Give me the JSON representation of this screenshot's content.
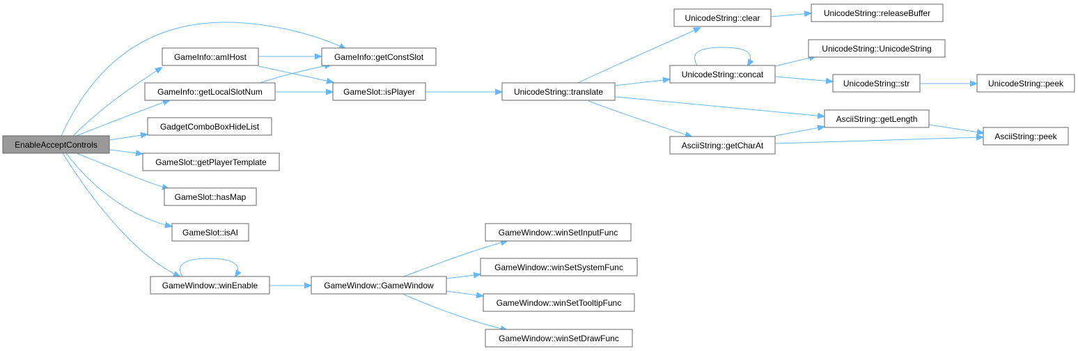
{
  "graph": {
    "nodes": {
      "n_enable": "EnableAcceptControls",
      "n_amihost": "GameInfo::amIHost",
      "n_getconstslot": "GameInfo::getConstSlot",
      "n_getlocalslotnum": "GameInfo::getLocalSlotNum",
      "n_isplayer": "GameSlot::isPlayer",
      "n_gadgetcombo": "GadgetComboBoxHideList",
      "n_getplayertemplate": "GameSlot::getPlayerTemplate",
      "n_hasmap": "GameSlot::hasMap",
      "n_isai": "GameSlot::isAI",
      "n_winenable": "GameWindow::winEnable",
      "n_gamewindow": "GameWindow::GameWindow",
      "n_winsetinputfunc": "GameWindow::winSetInputFunc",
      "n_winsetsystemfunc": "GameWindow::winSetSystemFunc",
      "n_winsettooltipfunc": "GameWindow::winSetTooltipFunc",
      "n_winsetdrawfunc": "GameWindow::winSetDrawFunc",
      "n_translate": "UnicodeString::translate",
      "n_clear": "UnicodeString::clear",
      "n_releasebuffer": "UnicodeString::releaseBuffer",
      "n_concat": "UnicodeString::concat",
      "n_unicodestring": "UnicodeString::UnicodeString",
      "n_str": "UnicodeString::str",
      "n_upeek": "UnicodeString::peek",
      "n_getlength": "AsciiString::getLength",
      "n_getcharat": "AsciiString::getCharAt",
      "n_apeek": "AsciiString::peek"
    },
    "colors": {
      "edge": "#63b8ff",
      "root_fill": "#999999",
      "node_border": "#666666"
    }
  }
}
